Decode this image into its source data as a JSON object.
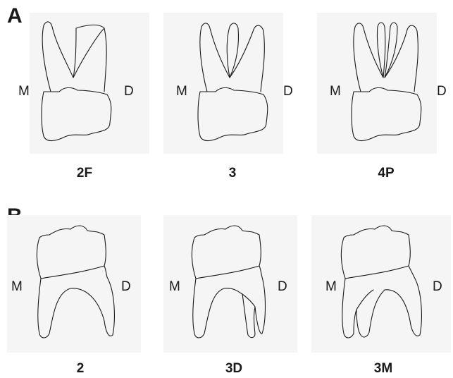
{
  "panels": [
    {
      "letter": "A",
      "figures": [
        {
          "caption": "2F",
          "mesial": "M",
          "distal": "D"
        },
        {
          "caption": "3",
          "mesial": "M",
          "distal": "D"
        },
        {
          "caption": "4P",
          "mesial": "M",
          "distal": "D"
        }
      ]
    },
    {
      "letter": "B",
      "figures": [
        {
          "caption": "2",
          "mesial": "M",
          "distal": "D"
        },
        {
          "caption": "3D",
          "mesial": "M",
          "distal": "D"
        },
        {
          "caption": "3M",
          "mesial": "M",
          "distal": "D"
        }
      ]
    }
  ]
}
